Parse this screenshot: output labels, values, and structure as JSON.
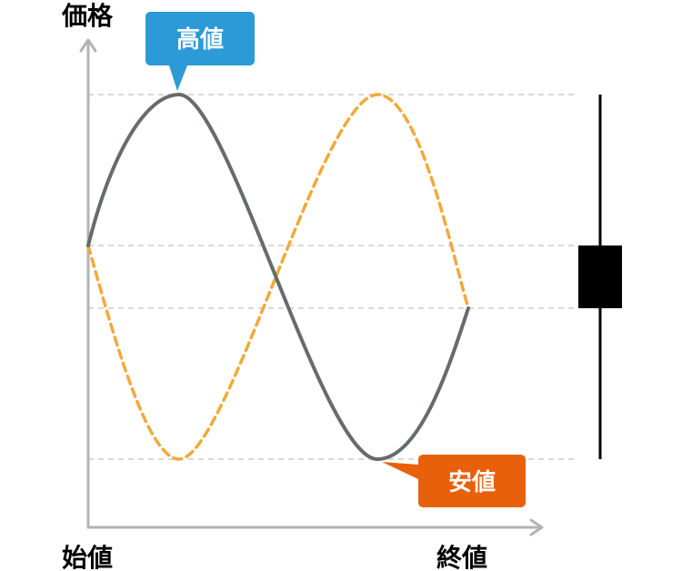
{
  "labels": {
    "y_axis": "価格",
    "x_start": "始値",
    "x_end": "終値"
  },
  "callouts": {
    "high": "高値",
    "low": "安値"
  },
  "colors": {
    "axis": "#b3b3b3",
    "gridline": "#d9d9d9",
    "solid_curve": "#666b6b",
    "dashed_curve": "#f2a93b",
    "high_callout": "#2b9ad6",
    "low_callout": "#e8600a",
    "candle": "#000000"
  }
}
